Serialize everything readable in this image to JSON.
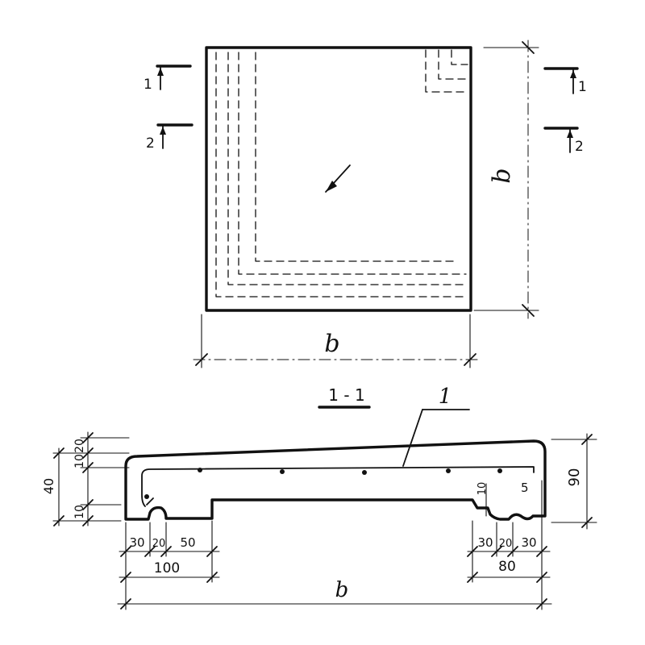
{
  "plan": {
    "section_marks": {
      "mark1": "1",
      "mark2": "2"
    },
    "width_label": "b",
    "length_label": "b"
  },
  "section": {
    "title": "1 - 1",
    "leader_label": "1",
    "dims_left": {
      "total": "40",
      "top": "20",
      "mid": "10",
      "bottom": "10"
    },
    "dims_right": {
      "height": "90",
      "rebate_depth": "10",
      "rebate_small": "5"
    },
    "dims_bottom_left": {
      "a": "30",
      "b": "20",
      "c": "50",
      "total": "100"
    },
    "dims_bottom_right": {
      "a": "30",
      "b": "20",
      "c": "30",
      "total": "80"
    },
    "overall_width": "b"
  }
}
